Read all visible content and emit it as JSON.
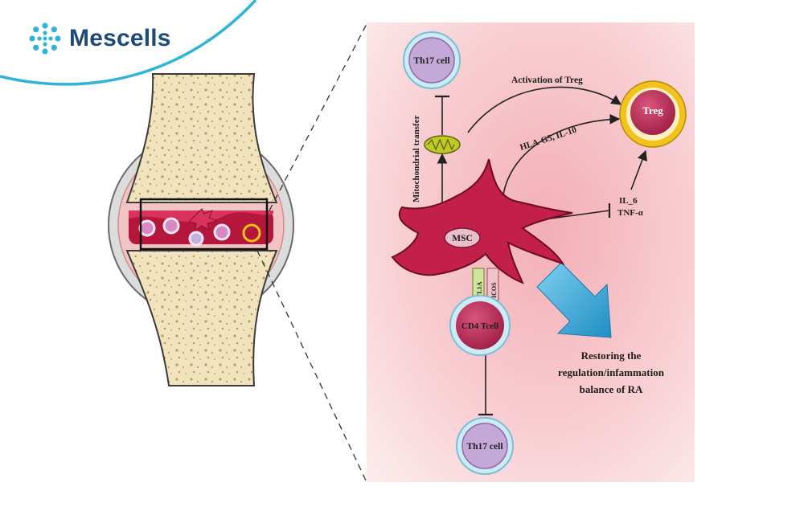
{
  "brand": {
    "name": "Mescells",
    "icon": "logo-cells-icon",
    "color": "#1c4a7a",
    "accent": "#2fb3d6"
  },
  "diagram": {
    "cells": {
      "th17_top": "Th17 cell",
      "treg": "Treg",
      "msc": "MSC",
      "cd4": "CD4 Tcell",
      "th17_bottom": "Th17 cell"
    },
    "labels": {
      "mito_transfer": "Mitochondrial transfer",
      "activation_treg": "Activation of Treg",
      "hla": "HLA-G5, IL-10",
      "il6": "IL_6",
      "tnf": "TNF-α",
      "tl1a": "TL1A",
      "icos": "ICOS"
    },
    "conclusion": {
      "line1": "Restoring the",
      "line2": "regulation/infammation",
      "line3": "balance of RA"
    },
    "colors": {
      "panel": "#f7cfd2",
      "cell_pink": "#c0305a",
      "cell_ring": "#aee0ef",
      "treg_ring": "#f2c31d",
      "msc": "#c21f4a",
      "bone": "#f1e3bd",
      "arrow_blue": "#2e9fd0",
      "mito": "#c0c926"
    }
  }
}
